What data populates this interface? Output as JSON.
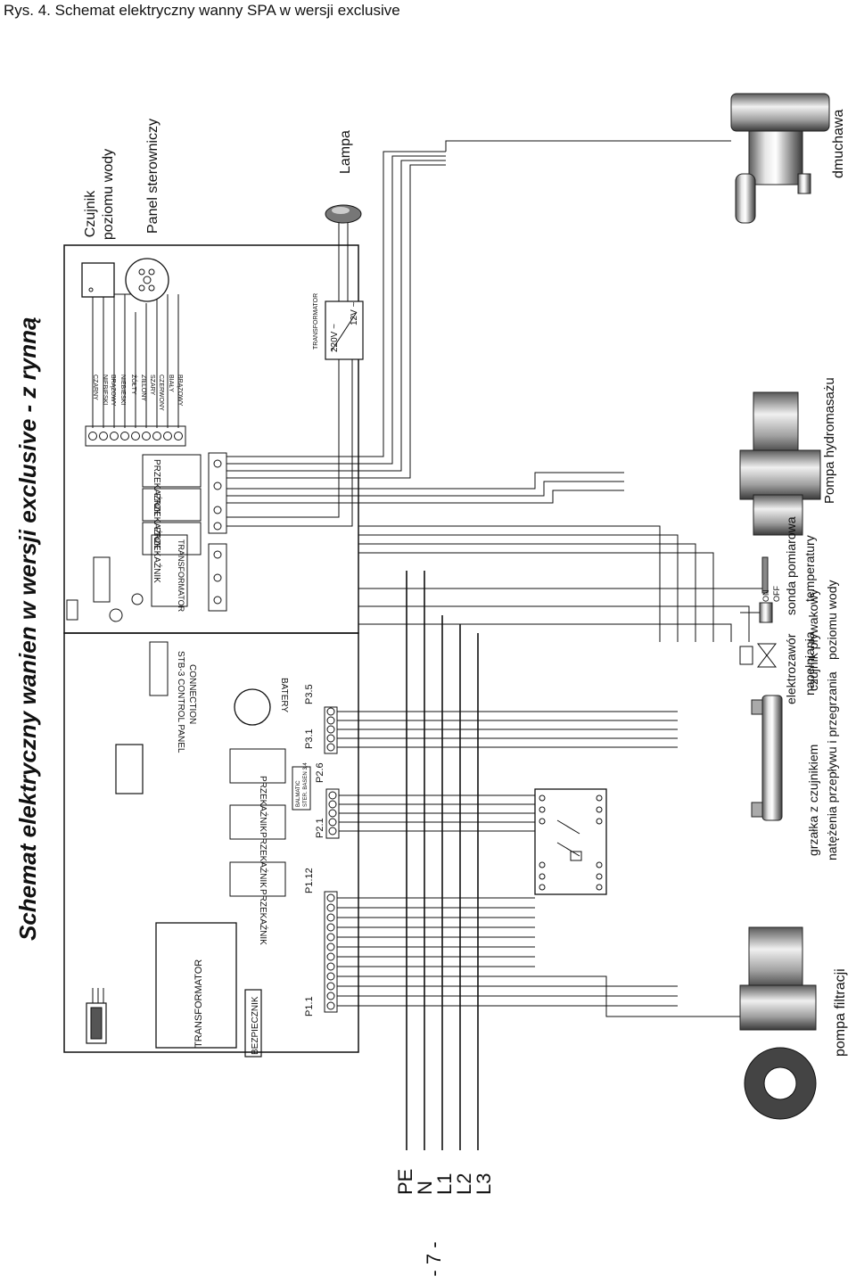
{
  "caption": "Rys. 4. Schemat elektryczny wanny SPA w wersji exclusive",
  "main_title": "Schemat elektryczny wanien w wersji exclusive - z rynną",
  "page_number": "- 7 -",
  "mains_lines": [
    "PE",
    "N",
    "L1",
    "L2",
    "L3"
  ],
  "board": {
    "transformer": "TRANSFORMATOR",
    "fuse": "BEZPIECZNIK",
    "relays_left": [
      "PRZEKAŹNIK",
      "PRZEKAŹNIK",
      "PRZEKAŹNIK"
    ],
    "relays_right": [
      "PRZEKAŹNIK",
      "PRZEKAŹNIK",
      "PRZEKAŹNIK"
    ],
    "battery": "BATERY",
    "control_panel_connection_1": "STB-3 CONTROL PANEL",
    "control_panel_connection_2": "CONNECTION",
    "transformer_small": "TRANSFORMATOR",
    "balmatic_1": "BALMATIC",
    "balmatic_2": "STER. BASEN 3,4",
    "connectors": [
      "P1.1",
      "P1.12",
      "P2.1",
      "P2.6",
      "P3.1",
      "P3.5"
    ]
  },
  "wire_colors": [
    "CZARNY",
    "NIEBIESKI",
    "BRĄZOWY",
    "NIEBIESKI",
    "ŻÓŁTY",
    "ZIELONY",
    "SZARY",
    "CZERWONY",
    "BIAŁY",
    "BRĄZOWY"
  ],
  "lamp_transformer": {
    "title": "TRANSFORMATOR",
    "in": "220V ~",
    "out": "12V ~"
  },
  "switch": {
    "on": "ON",
    "off": "OFF"
  },
  "components": {
    "water_level_sensor_1": "Czujnik",
    "water_level_sensor_2": "poziomu wody",
    "control_panel": "Panel sterowniczy",
    "lamp": "Lampa",
    "blower": "dmuchawa",
    "filter_pump": "pompa filtracji",
    "heater_1": "grzałka z czujnikiem",
    "heater_2": "natężenia przepływu i przegrzania",
    "valve_1": "elektrozawór",
    "valve_2": "napełniania",
    "float_1": "czujnik pływakowy",
    "float_2": "poziomu wody",
    "temp_1": "sonda pomiarowa",
    "temp_2": "temperatury",
    "hydro_pump": "Pompa hydromasażu"
  }
}
